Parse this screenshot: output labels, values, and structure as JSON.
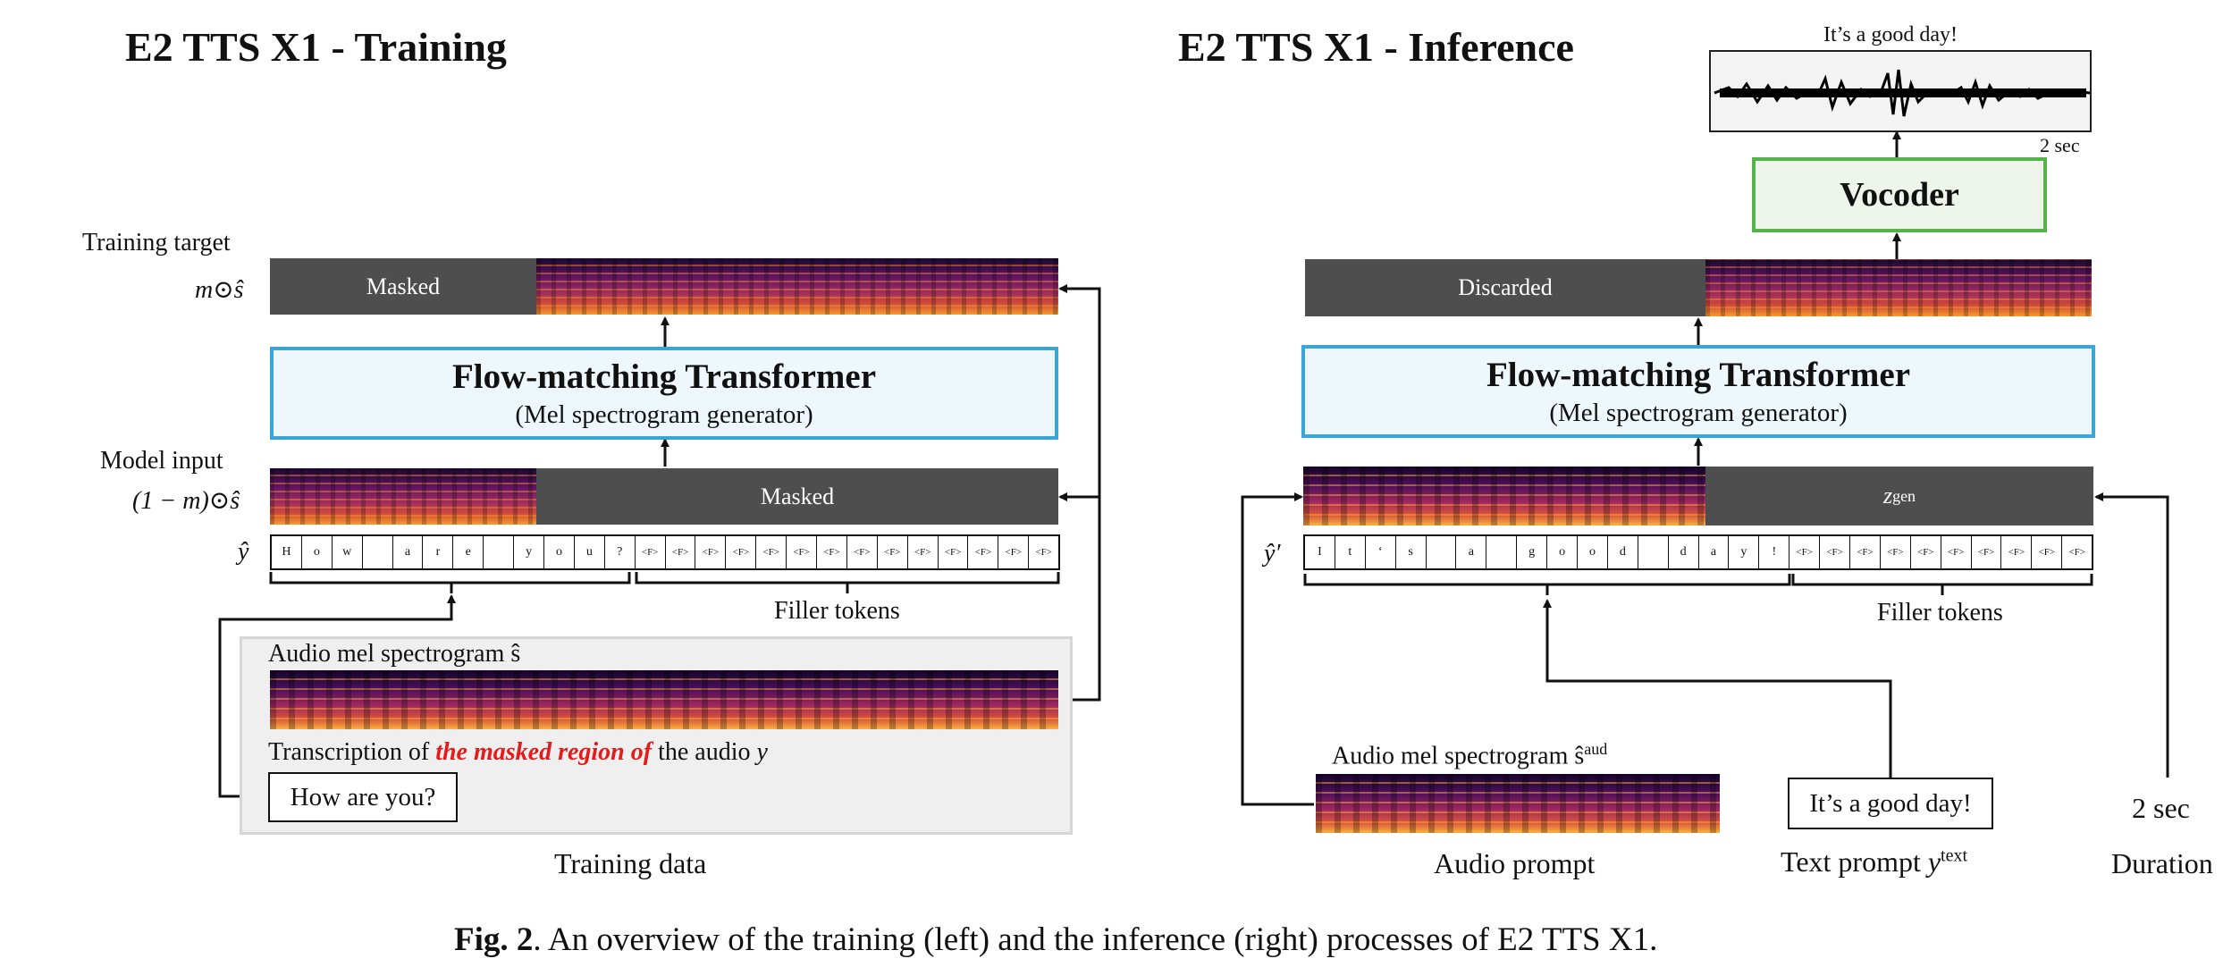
{
  "training": {
    "title": "E2 TTS X1 - Training",
    "target_label": "Training target",
    "target_math": "m⊙ŝ",
    "masked_label": "Masked",
    "fmt_title": "Flow-matching Transformer",
    "fmt_sub": "(Mel spectrogram generator)",
    "input_label": "Model input",
    "input_math": "(1 − m)⊙ŝ",
    "input_masked_label": "Masked",
    "yhat": "ŷ",
    "tokens": [
      "H",
      "o",
      "w",
      "",
      "a",
      "r",
      "e",
      "",
      "y",
      "o",
      "u",
      "?"
    ],
    "filler": "<F>",
    "filler_count": 14,
    "filler_label": "Filler tokens",
    "audio_label": "Audio mel spectrogram ŝ",
    "transcription_pre": "Transcription of ",
    "transcription_red": "the masked region of",
    "transcription_post": " the audio ",
    "transcription_y": "y",
    "transcription_text": "How are you?",
    "footer": "Training data"
  },
  "inference": {
    "title": "E2 TTS X1 - Inference",
    "waveform_caption": "It’s a good day!",
    "duration_tag": "2 sec",
    "vocoder": "Vocoder",
    "discarded_label": "Discarded",
    "fmt_title": "Flow-matching Transformer",
    "fmt_sub": "(Mel spectrogram generator)",
    "zgen": "z",
    "zgen_sup": "gen",
    "yprime": "ŷ′",
    "tokens": [
      "I",
      "t",
      "‘",
      "s",
      "",
      "a",
      "",
      "g",
      "o",
      "o",
      "d",
      "",
      "d",
      "a",
      "y",
      "!"
    ],
    "filler": "<F>",
    "filler_count": 10,
    "filler_label": "Filler tokens",
    "audio_label": "Audio mel spectrogram ŝ",
    "audio_sup": "aud",
    "audio_footer": "Audio prompt",
    "text_box": "It’s a good day!",
    "text_footer": "Text prompt ",
    "text_footer_y": "y",
    "text_footer_sup": "text",
    "duration_value": "2 sec",
    "duration_footer": "Duration"
  },
  "caption": {
    "fig": "Fig. 2",
    "text": ". An overview of the training (left) and the inference (right) processes of E2 TTS X1."
  }
}
